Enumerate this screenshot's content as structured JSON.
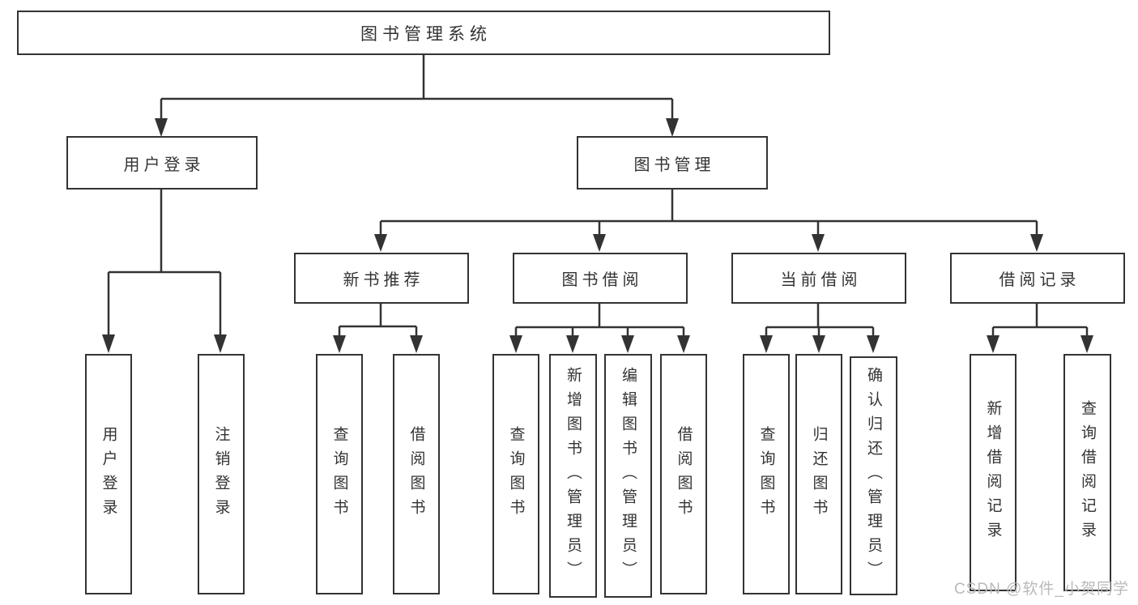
{
  "colors": {
    "line": "#333333",
    "text": "#333333",
    "watermark": "#bababa",
    "background": "#ffffff"
  },
  "tree": {
    "root": {
      "label": "图书管理系统"
    },
    "level2": [
      {
        "label": "用户登录",
        "children": [
          "用户登录",
          "注销登录"
        ]
      },
      {
        "label": "图书管理"
      }
    ],
    "level3": [
      {
        "label": "新书推荐",
        "children": [
          "查询图书",
          "借阅图书"
        ]
      },
      {
        "label": "图书借阅",
        "children": [
          "查询图书",
          "新增图书（管理员）",
          "编辑图书（管理员）",
          "借阅图书"
        ]
      },
      {
        "label": "当前借阅",
        "children": [
          "查询图书",
          "归还图书",
          "确认归还（管理员）"
        ]
      },
      {
        "label": "借阅记录",
        "children": [
          "新增借阅记录",
          "查询借阅记录"
        ]
      }
    ]
  },
  "watermark": {
    "text": "CSDN @软件_小贺同学"
  }
}
